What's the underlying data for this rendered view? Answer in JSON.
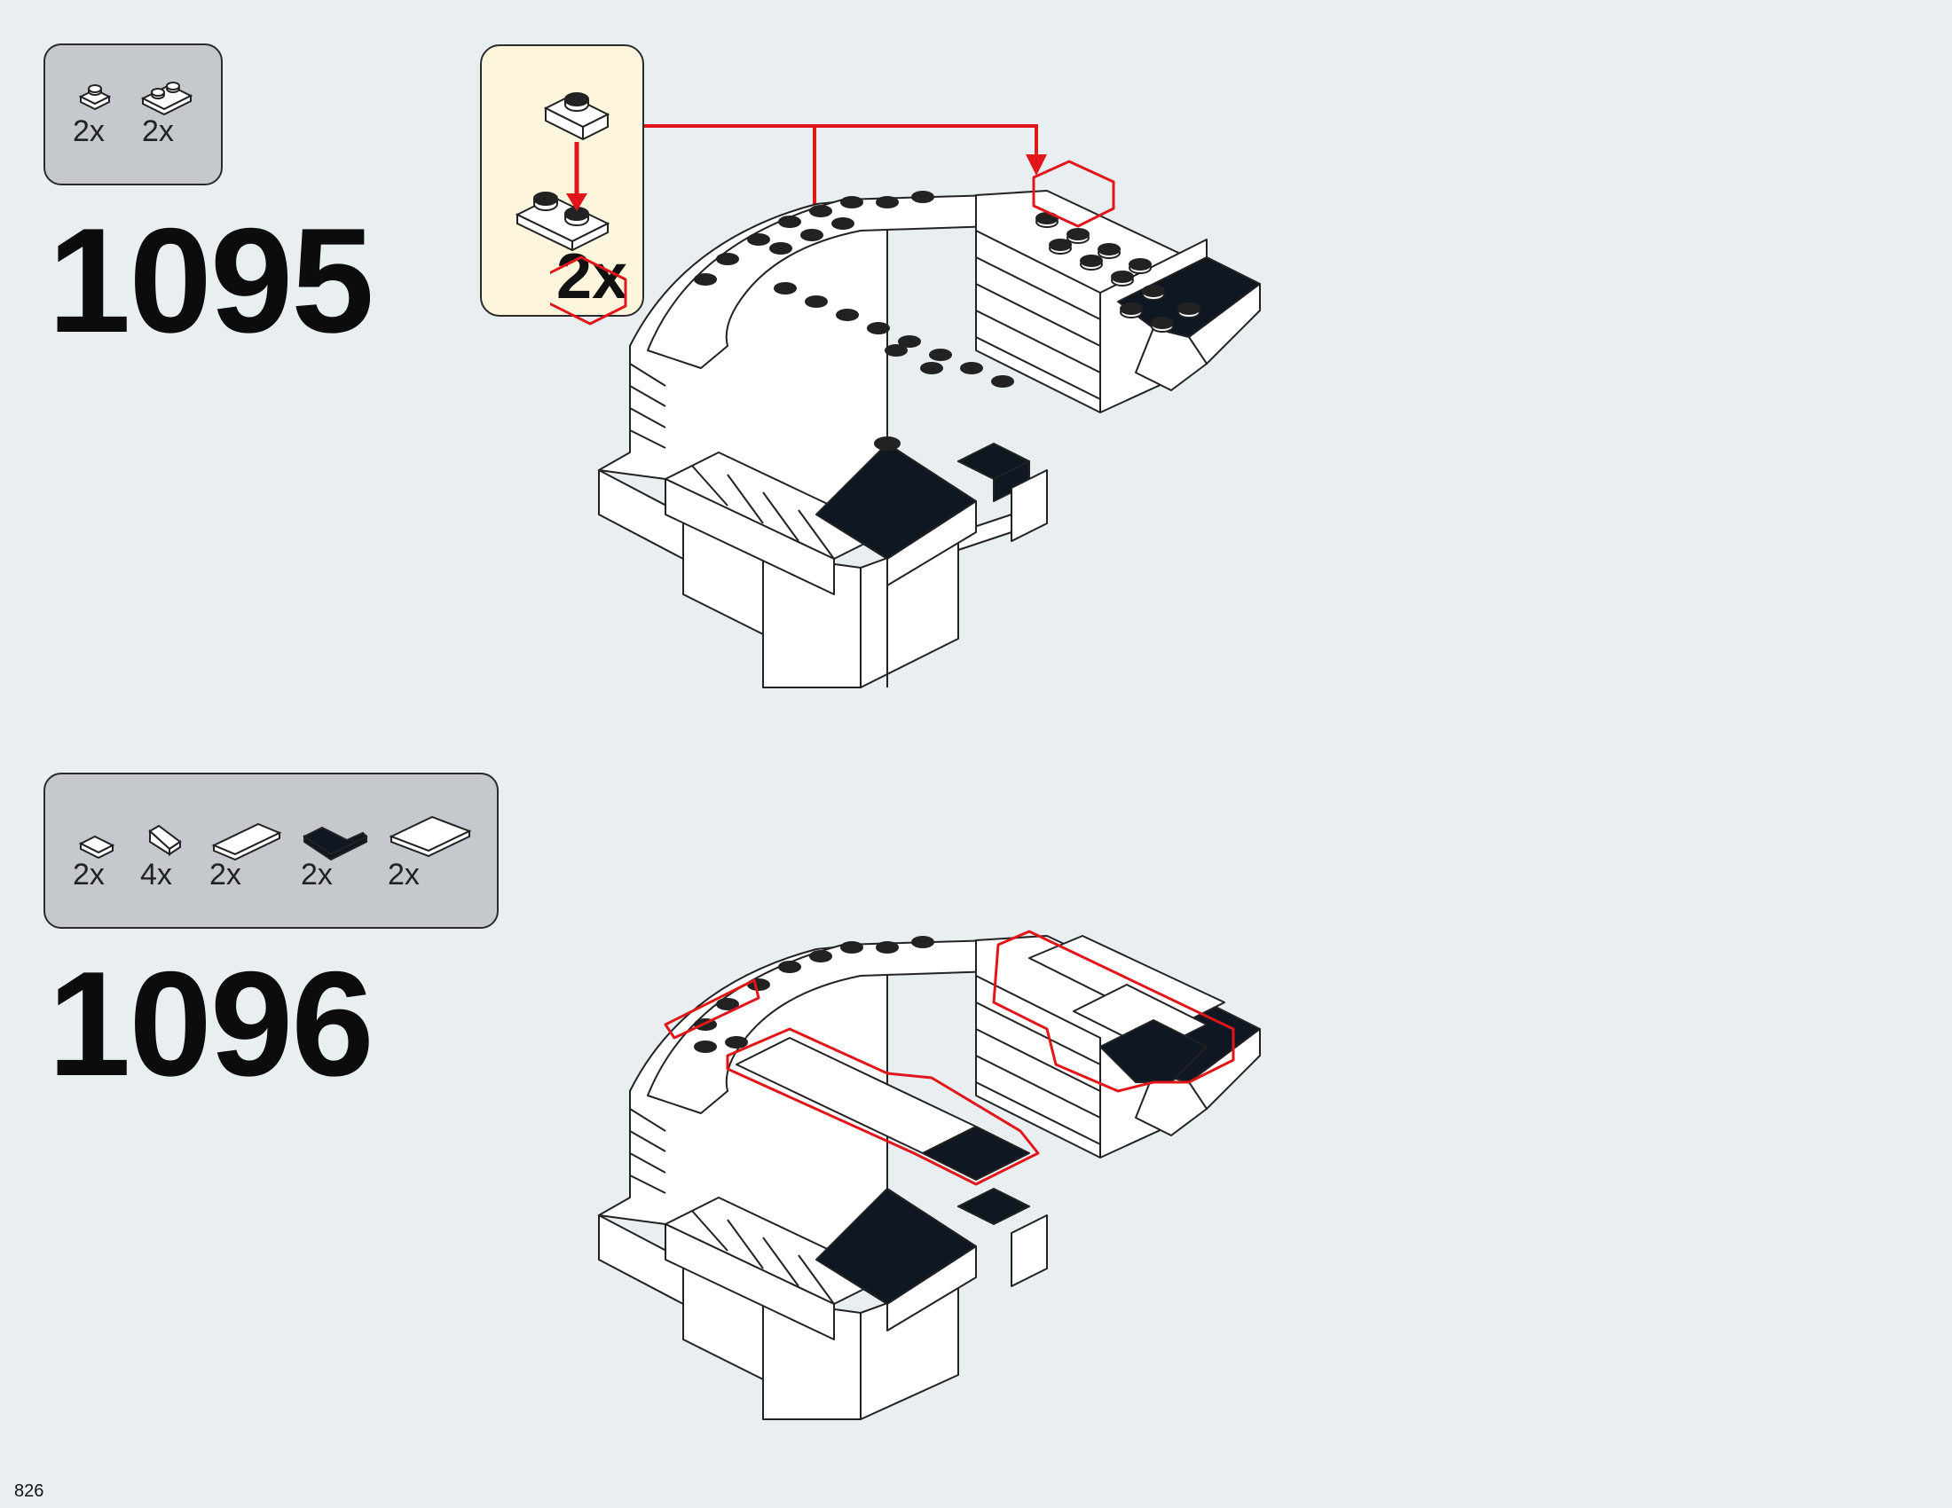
{
  "page_number": "826",
  "steps": [
    {
      "number": "1095",
      "parts": [
        {
          "icon": "round-plate-1x1-icon",
          "qty": "2x",
          "color": "#ffffff"
        },
        {
          "icon": "plate-1x2-icon",
          "qty": "2x",
          "color": "#ffffff"
        }
      ],
      "subassembly": {
        "multiplier": "2x"
      }
    },
    {
      "number": "1096",
      "parts": [
        {
          "icon": "tile-1x1-icon",
          "qty": "2x",
          "color": "#ffffff"
        },
        {
          "icon": "slope-1x1-icon",
          "qty": "4x",
          "color": "#ffffff"
        },
        {
          "icon": "tile-1x3-icon",
          "qty": "2x",
          "color": "#ffffff"
        },
        {
          "icon": "corner-tile-2x2-icon",
          "qty": "2x",
          "color": "#0f1722"
        },
        {
          "icon": "tile-2x4-icon",
          "qty": "2x",
          "color": "#ffffff"
        }
      ]
    }
  ],
  "colors": {
    "background": "#e9eef1",
    "parts_box": "#c5c9cd",
    "callout": "#fdf6dc",
    "highlight": "#e0161b",
    "dark_part": "#0f1722"
  }
}
